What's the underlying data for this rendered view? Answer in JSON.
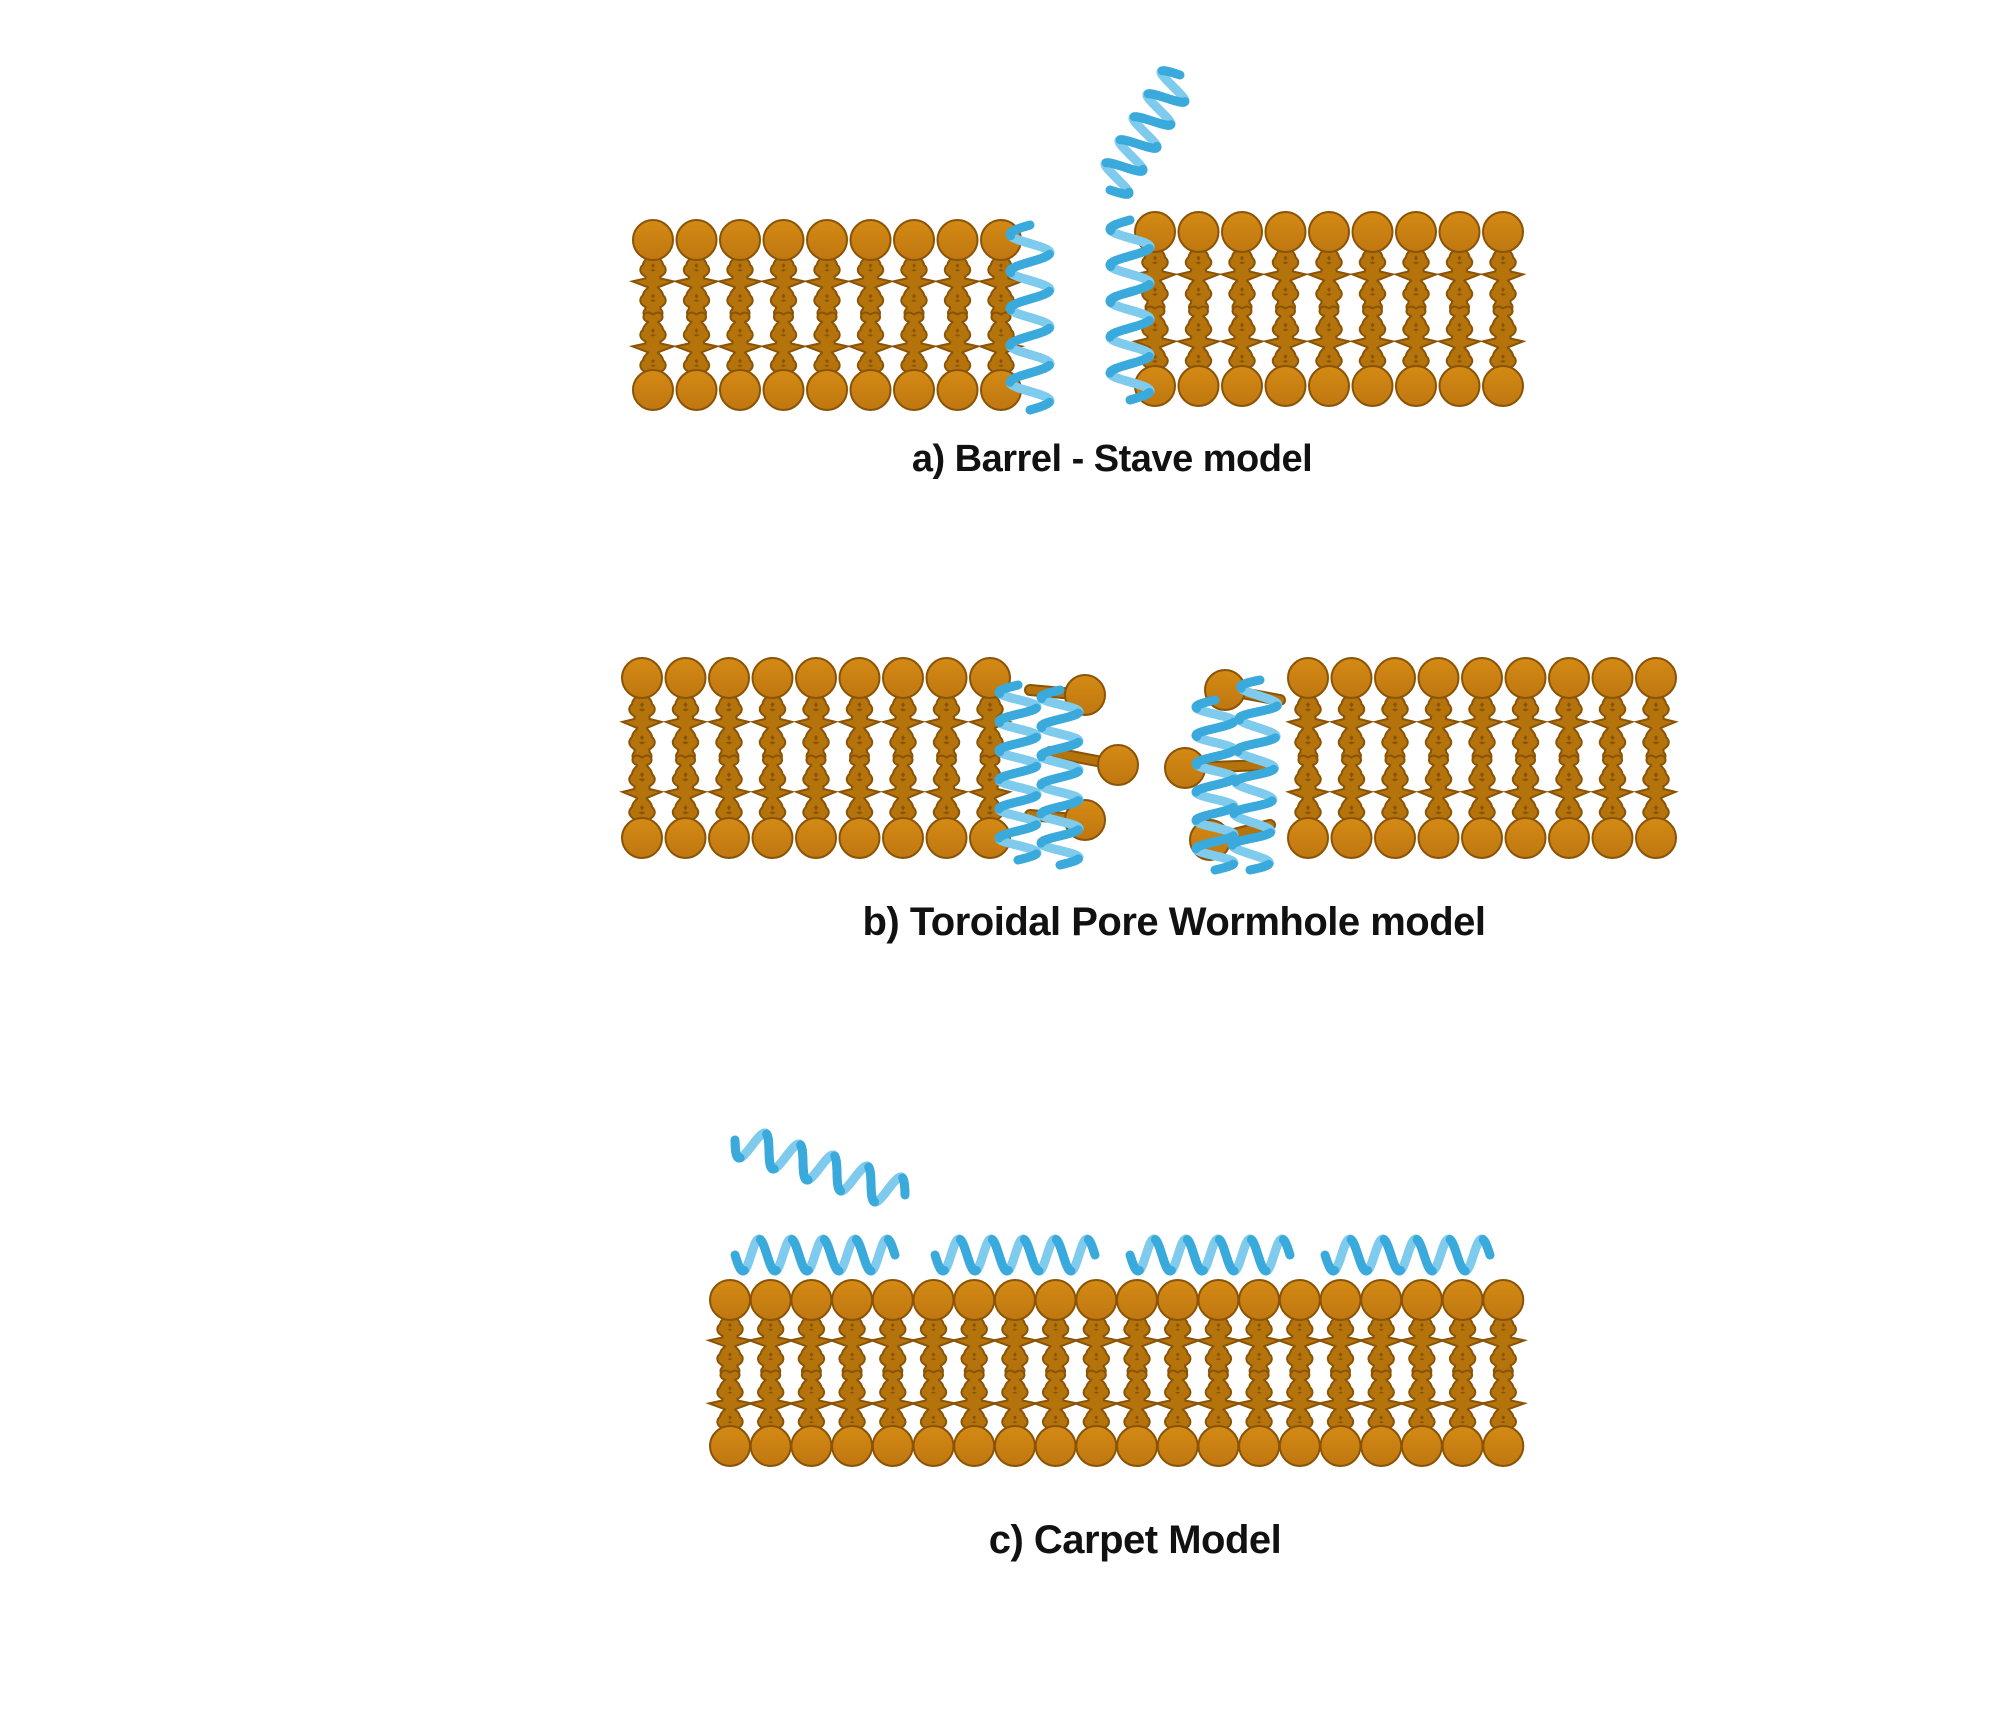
{
  "captions": {
    "barrel_stave": "a) Barrel - Stave model",
    "toroidal_pore": "b) Toroidal Pore Wormhole model",
    "carpet": "c) Carpet Model"
  },
  "colors": {
    "background": "#ffffff",
    "lipid_head": "#c9800f",
    "lipid_outline": "#8a5306",
    "lipid_tail": "#b5730c",
    "peptide_helix": "#3aa9dc",
    "peptide_helix_light": "#7fcbed",
    "caption_text": "#111111"
  },
  "panels": [
    {
      "id": "barrel-stave",
      "left_lipids": 9,
      "right_lipids": 9,
      "peptide_icon": "alpha-helix"
    },
    {
      "id": "toroidal-pore",
      "left_lipids": 9,
      "right_lipids": 9,
      "peptide_icon": "alpha-helix"
    },
    {
      "id": "carpet",
      "lipids": 20,
      "surface_helices": 4,
      "peptide_icon": "alpha-helix"
    }
  ]
}
